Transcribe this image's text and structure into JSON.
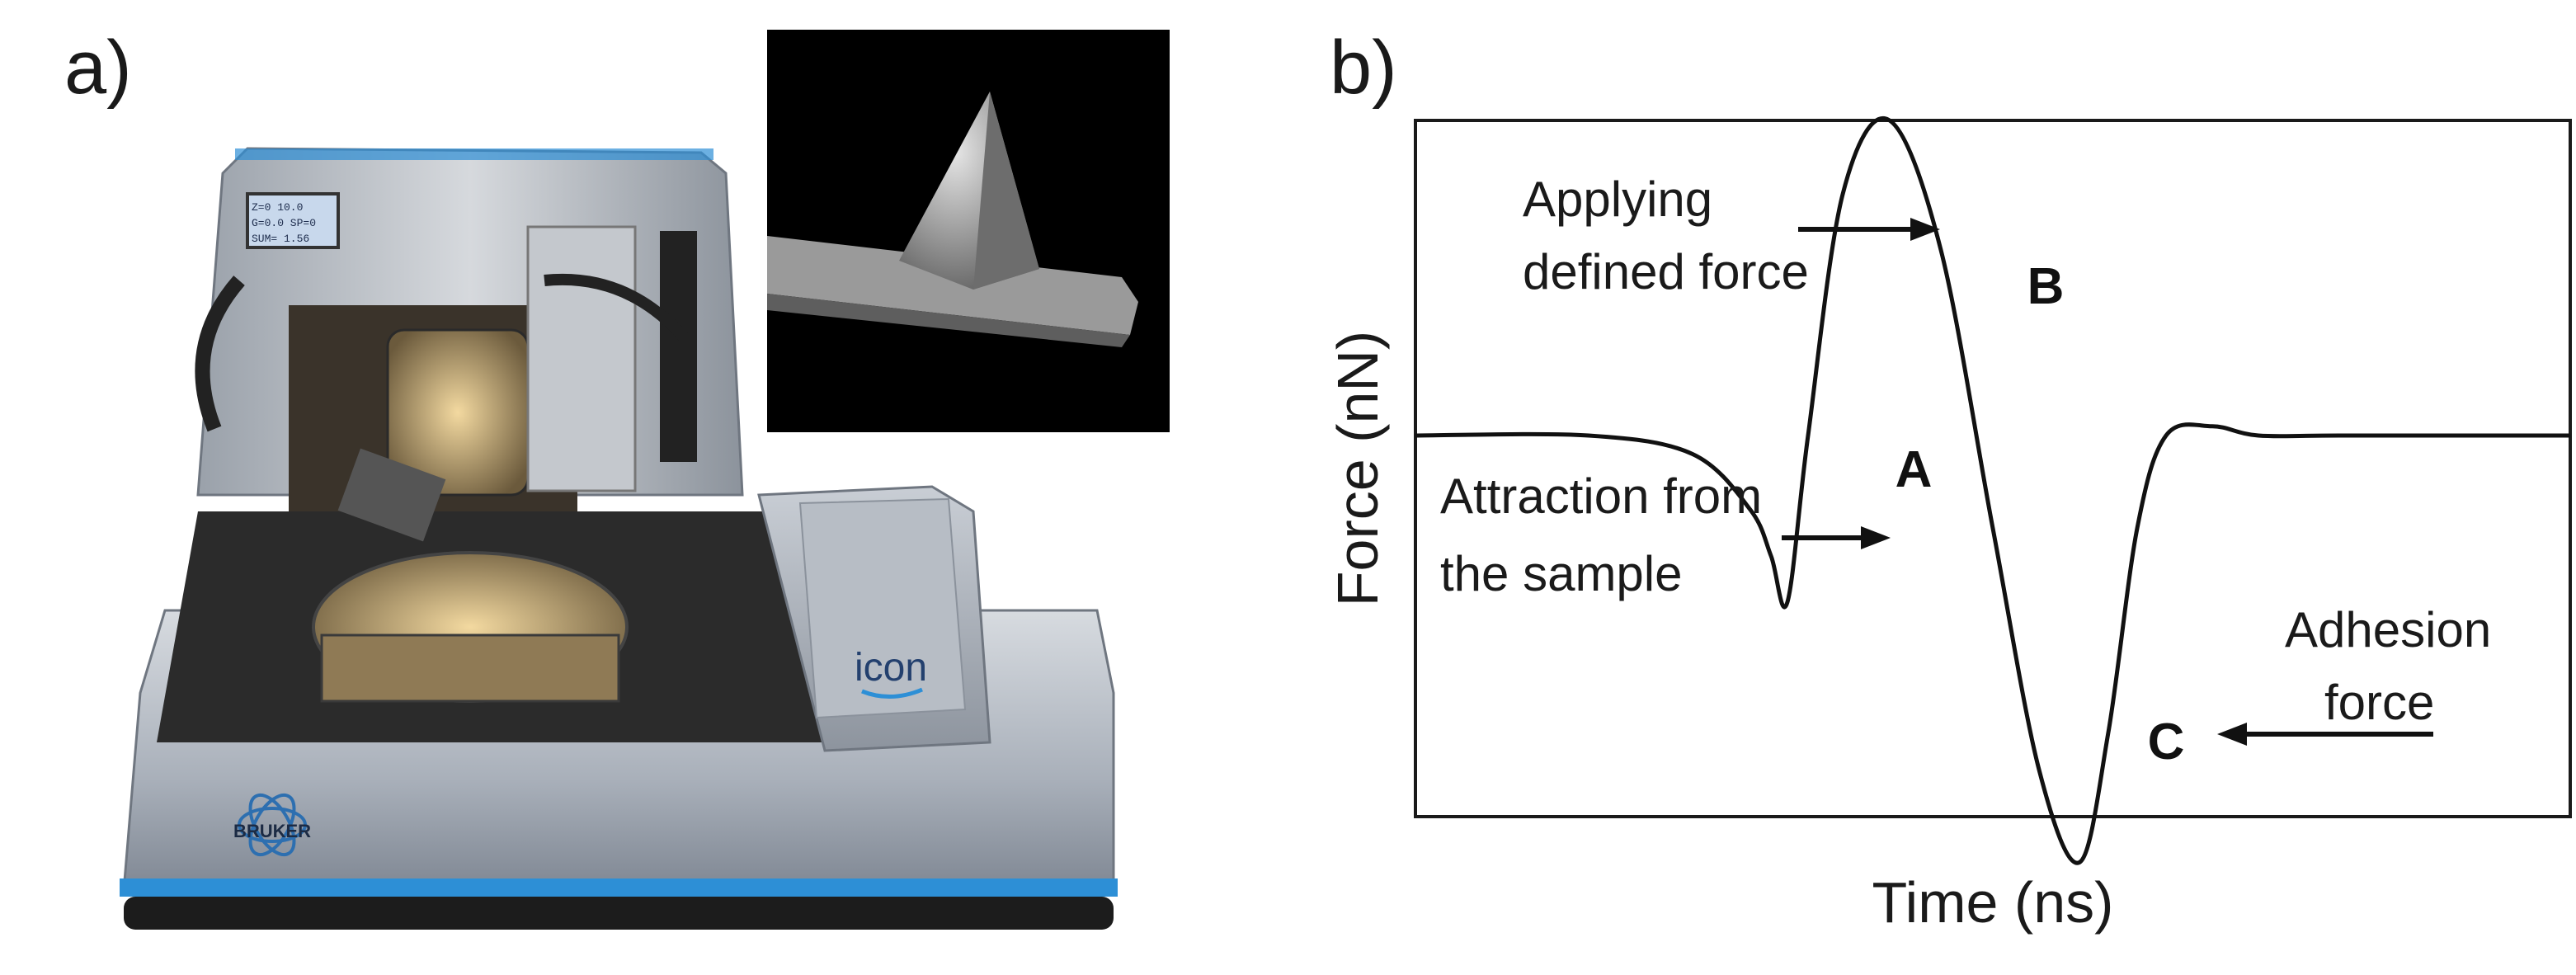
{
  "panels": {
    "a": {
      "label": "a)",
      "brand": "BRUKER",
      "product": "icon",
      "screen_lines": [
        "Z=0 10.0",
        "G=0.0 SP=0",
        "SUM= 1.56"
      ]
    },
    "b": {
      "label": "b)"
    }
  },
  "chart_data": {
    "type": "line",
    "xlabel": "Time (ns)",
    "ylabel": "Force (nN)",
    "ticks": "none",
    "grid": false,
    "series": [
      {
        "x": [
          0,
          150,
          240,
          290,
          308,
          322,
          340,
          370,
          410,
          455,
          500,
          540,
          575,
          600,
          625,
          650,
          690,
          730,
          800,
          1000
        ],
        "y": [
          0,
          0,
          -0.1,
          -0.4,
          -0.65,
          -0.9,
          0.0,
          1.3,
          1.7,
          1.0,
          -0.5,
          -1.8,
          -2.3,
          -1.6,
          -0.5,
          0,
          0.05,
          0,
          0,
          0
        ]
      }
    ],
    "points": [
      {
        "label": "A"
      },
      {
        "label": "B"
      },
      {
        "label": "C"
      }
    ],
    "annotations": [
      {
        "lines": [
          "Applying",
          "defined force"
        ]
      },
      {
        "lines": [
          "Attraction from",
          "the sample"
        ]
      },
      {
        "lines": [
          "Adhesion",
          "force"
        ]
      }
    ]
  }
}
